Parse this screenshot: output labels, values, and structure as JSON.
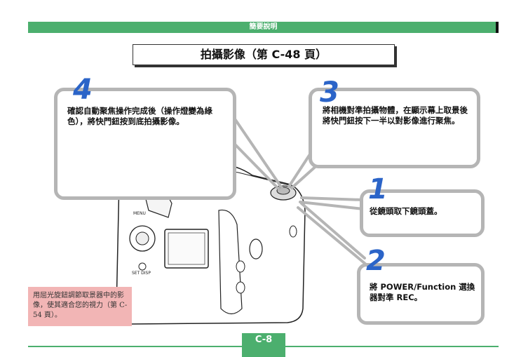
{
  "header": {
    "label": "簡要說明"
  },
  "title": "拍攝影像（第 C-48 頁）",
  "steps": [
    {
      "number": "4",
      "text": "確認自動聚焦操作完成後（操作燈變為綠色），將快門鈕按到底拍攝影像。"
    },
    {
      "number": "3",
      "text": "將相機對準拍攝物體，在顯示幕上取景後將快門鈕按下一半以對影像進行聚焦。"
    },
    {
      "number": "1",
      "text": "從鏡頭取下鏡頭蓋。"
    },
    {
      "number": "2",
      "text": "將 POWER/Function 選換器對準 REC。"
    }
  ],
  "camera_labels": {
    "menu": "MENU",
    "set_disp": "SET DISP"
  },
  "note": "用屈光旋鈕調節取景器中的影像，使其適合您的視力（第 C-54 頁）。",
  "footer": {
    "page": "C-8"
  },
  "colors": {
    "accent_green": "#4caf6e",
    "step_blue": "#2b64c8",
    "note_pink": "#f2b5b5",
    "callout_gray": "#b5b5b5"
  }
}
